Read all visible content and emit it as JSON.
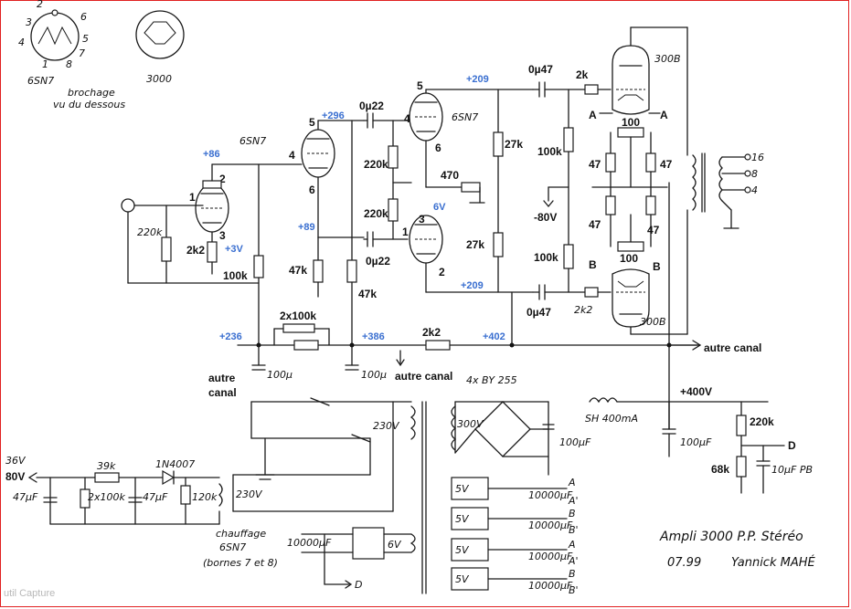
{
  "diagram": {
    "pinout": {
      "tube_6sn7": "6SN7",
      "tube_3000": "3000",
      "pins": [
        "2",
        "3",
        "6",
        "5",
        "4",
        "1",
        "8",
        "7"
      ],
      "note_line1": "brochage",
      "note_line2": "vu du dessous"
    },
    "stage_labels": {
      "tube1": "6SN7",
      "tube2": "6SN7",
      "out_upper": "300B",
      "out_lower": "300B"
    },
    "pin_numbers": {
      "p1": "1",
      "p2": "2",
      "p3": "3",
      "p4": "4",
      "p5": "5",
      "p6": "6",
      "p5b": "5",
      "p4b": "4",
      "p6b": "6",
      "p3b": "3",
      "p1b": "1",
      "p2b": "2",
      "p4c": "4"
    },
    "voltages": {
      "v86": "+86",
      "v3": "+3V",
      "v296": "+296",
      "v89": "+89",
      "v209a": "+209",
      "v6": "6V",
      "v209b": "+209",
      "v236": "+236",
      "v386": "+386",
      "v402": "+402",
      "v80neg": "-80V",
      "v400": "+400V"
    },
    "components": {
      "r220k_in": "220k",
      "r2k2": "2k2",
      "r100k_a": "100k",
      "r47k_a": "47k",
      "c0u22_a": "0µ22",
      "c0u22_b": "0µ22",
      "r47k_b": "47k",
      "r220k_a": "220k",
      "r220k_b": "220k",
      "r470": "470",
      "r27k_a": "27k",
      "r27k_b": "27k",
      "c0u47_a": "0µ47",
      "c0u47_b": "0µ47",
      "r100k_b": "100k",
      "r100k_c": "100k",
      "r2k_a": "2k",
      "r2k2_b": "2k2",
      "r100_a": "100",
      "r100_b": "100",
      "r47_a": "47",
      "r47_b": "47",
      "r47_c": "47",
      "r47_d": "47",
      "r2x100k": "2x100k",
      "r2k2_c": "2k2",
      "c100u_a": "100µ",
      "c100u_b": "100µ",
      "r220k_c": "220k",
      "r68k": "68k",
      "c10u": "10µF PB",
      "diodes": "4x BY 255",
      "choke": "SH 400mA",
      "c100u_c": "100µF",
      "c100u_d": "100µF",
      "v300": "300V",
      "v230a": "230V",
      "v230b": "230V",
      "r39k": "39k",
      "r2x100k_b": "2x100k",
      "d1n4007": "1N4007",
      "c47u_a": "47µF",
      "c47u_b": "47µF",
      "r120k": "120k",
      "v80": "80V",
      "v36": "36V",
      "heat_caption1": "chauffage",
      "heat_caption2": "6SN7",
      "heat_caption3": "(bornes 7 et 8)",
      "c10000": "10000µF",
      "v6b": "6V",
      "v5": "5V"
    },
    "speaker_taps": [
      "16",
      "8",
      "4"
    ],
    "node_letters": {
      "a1": "A",
      "a2": "A",
      "b1": "B",
      "b2": "B",
      "d1": "D",
      "d2": "D"
    },
    "supply_letters": [
      "A",
      "A'",
      "B",
      "B'",
      "A",
      "A'",
      "B",
      "B'"
    ],
    "bold_labels": {
      "other_channel_right": "autre canal",
      "other_channel_left1": "autre",
      "other_channel_left2": "canal",
      "other_channel_mid": "autre canal"
    },
    "title_block": {
      "line1": "Ampli 3000 P.P. Stéréo",
      "date": "07.99",
      "author": "Yannick MAHÉ"
    }
  },
  "watermark": "util Capture"
}
